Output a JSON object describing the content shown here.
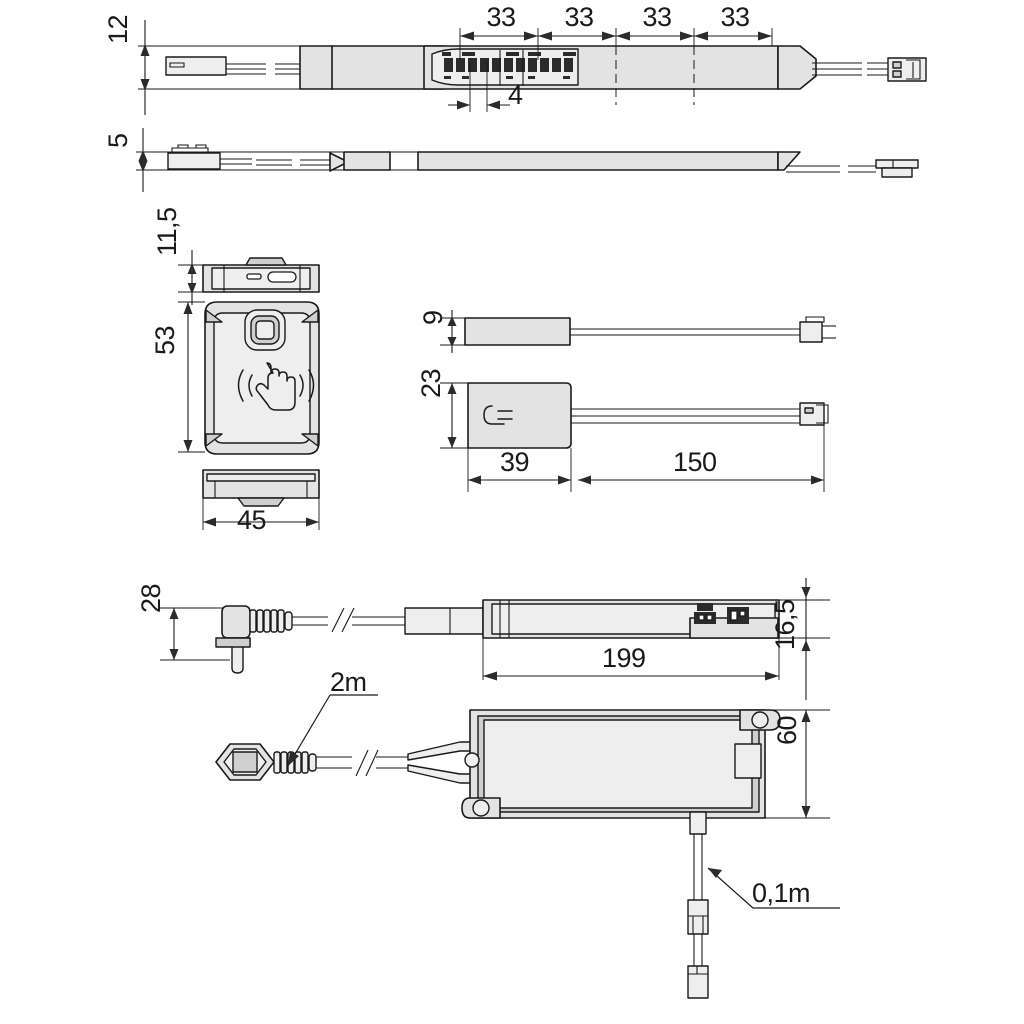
{
  "drawing": {
    "title": "LED strip, gesture sensor, dimmer module and LED driver dimensional drawing",
    "units": "mm",
    "background_color": "#ffffff",
    "line_color": "#1a1a1a",
    "body_fill": "#e3e3e3"
  },
  "led_strip": {
    "front_view": {
      "height_dim": "12",
      "pitch_dims": [
        "33",
        "33",
        "33",
        "33"
      ],
      "led_width_dim": "4"
    },
    "side_view": {
      "thickness_dim": "5"
    },
    "icons": {
      "connector": "connector-icon",
      "cable": "cable-icon",
      "led_chip": "led-chip-icon"
    }
  },
  "sensor": {
    "top_view": {
      "height_dim": "11,5",
      "port": "usb-c-port-icon",
      "indicator": "led-indicator-icon"
    },
    "face_view": {
      "height_dim": "53",
      "icon": "hand-wave-icon",
      "lens": "sensor-lens-icon"
    },
    "bottom_view": {
      "width_dim": "45"
    }
  },
  "module": {
    "side_view": {
      "height_dim": "9"
    },
    "front_view": {
      "height_dim": "23",
      "icon": "switch-hook-icon"
    },
    "body_length_dim": "39",
    "cable_length_dim": "150"
  },
  "driver": {
    "side_view": {
      "length_dim": "199",
      "height_dim": "16,5"
    },
    "top_view": {
      "width_dim": "60"
    },
    "input_plug_dim": "28",
    "input_cable_label": "2m",
    "output_cable_label": "0,1m",
    "icons": {
      "mains_plug": "mains-plug-icon",
      "angled_plug": "angled-plug-icon",
      "terminal_block": "terminal-block-icon",
      "socket": "socket-icon",
      "inline_connector": "inline-connector-icon",
      "break_symbol": "cable-break-icon"
    }
  }
}
